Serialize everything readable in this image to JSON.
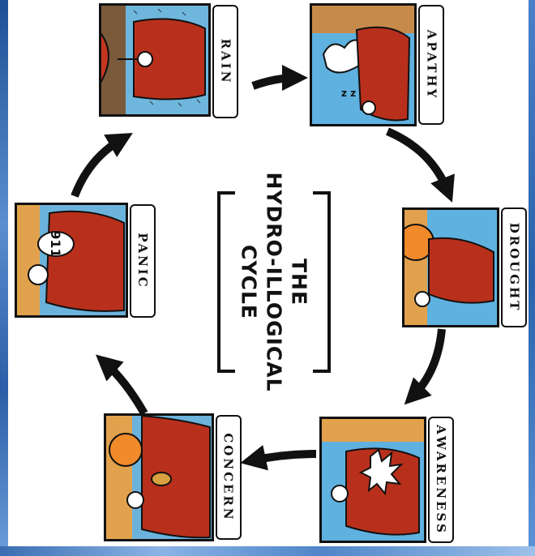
{
  "title": {
    "line1": "THE",
    "line2": "HYDRO-ILLOGICAL",
    "line3": "CYCLE"
  },
  "stages": [
    {
      "label": "RAIN"
    },
    {
      "label": "APATHY"
    },
    {
      "label": "DROUGHT"
    },
    {
      "label": "AWARENESS"
    },
    {
      "label": "CONCERN"
    },
    {
      "label": "PANIC"
    }
  ],
  "panic_panel": {
    "speech_text": "911"
  },
  "colors": {
    "sky": "#5fb8e6",
    "boat": "#b8301c",
    "sand": "#e2a24d",
    "sun": "#f08a2a",
    "ink": "#111111"
  }
}
